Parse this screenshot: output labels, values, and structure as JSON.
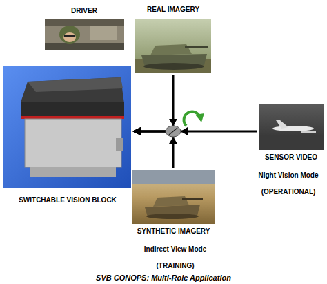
{
  "diagram": {
    "caption": "SVB CONOPS: Multi-Role Application",
    "nodes": [
      {
        "text": [
          "DRIVER"
        ]
      },
      {
        "text": [
          "REAL IMAGERY"
        ]
      },
      {
        "text": [
          "SWITCHABLE VISION BLOCK"
        ]
      },
      {
        "text": [
          "SENSOR VIDEO"
        ]
      },
      {
        "text": [
          "SYNTHETIC IMAGERY"
        ]
      }
    ],
    "edges": [
      {
        "from": 1,
        "to": 2,
        "arrow": "to"
      },
      {
        "from": 3,
        "to": 2,
        "arrow": "to"
      },
      {
        "from": 4,
        "to": 2,
        "arrow": "to"
      }
    ],
    "labels": [
      "Night Vision Mode",
      "(OPERATIONAL)",
      "Indirect View Mode",
      "(TRAINING)"
    ]
  }
}
